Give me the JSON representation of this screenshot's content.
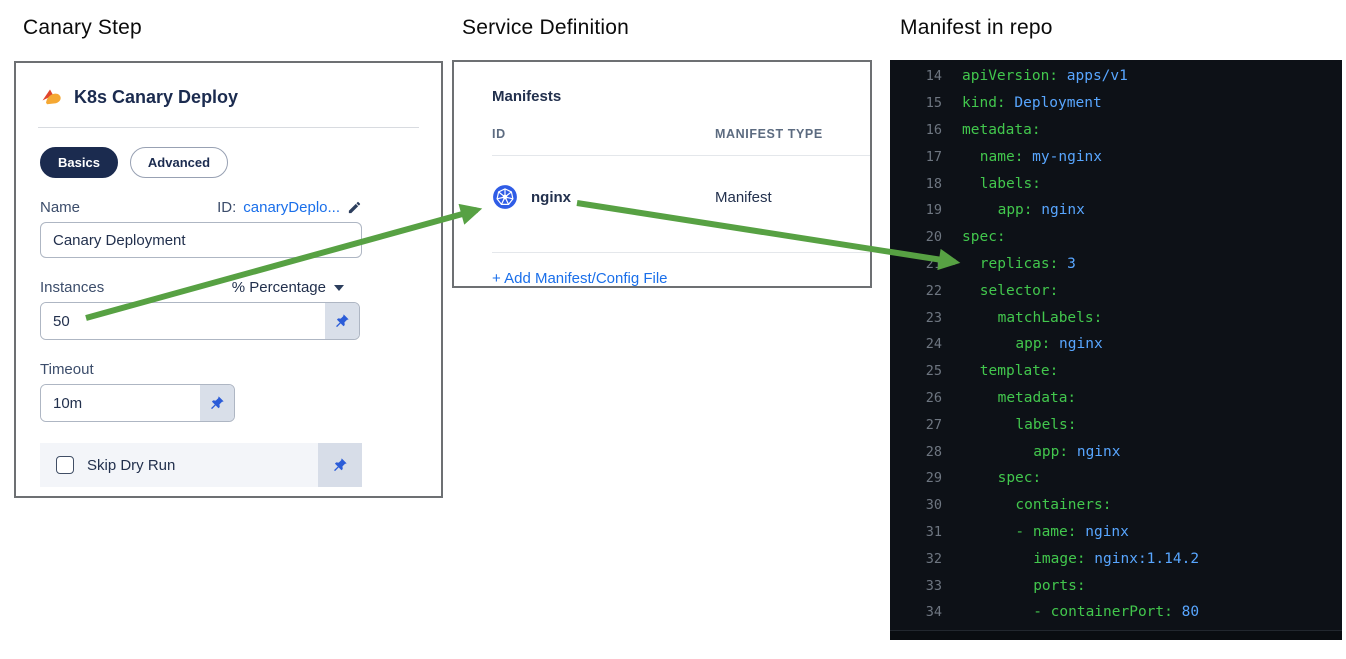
{
  "titles": {
    "canary_step": "Canary Step",
    "service_definition": "Service Definition",
    "manifest_in_repo": "Manifest in repo"
  },
  "canary_panel": {
    "heading": "K8s Canary Deploy",
    "tabs": [
      {
        "label": "Basics",
        "active": true
      },
      {
        "label": "Advanced",
        "active": false
      }
    ],
    "name_label": "Name",
    "id_prefix": "ID:",
    "id_value": "canaryDeplo...",
    "name_value": "Canary Deployment",
    "instances_label": "Instances",
    "instances_unit": "% Percentage",
    "instances_value": "50",
    "timeout_label": "Timeout",
    "timeout_value": "10m",
    "skip_dry_run_label": "Skip Dry Run",
    "skip_dry_run_checked": false
  },
  "service_panel": {
    "heading": "Manifests",
    "columns": {
      "id": "ID",
      "type": "MANIFEST TYPE"
    },
    "rows": [
      {
        "id": "nginx",
        "type": "Manifest",
        "icon": "kubernetes-icon"
      }
    ],
    "add_link": "+ Add Manifest/Config File"
  },
  "code_panel": {
    "language": "yaml",
    "lines": [
      {
        "n": 14,
        "indent": 0,
        "parts": [
          [
            "k",
            "apiVersion:"
          ],
          [
            "v",
            " apps/v1"
          ]
        ]
      },
      {
        "n": 15,
        "indent": 0,
        "parts": [
          [
            "k",
            "kind:"
          ],
          [
            "v",
            " Deployment"
          ]
        ]
      },
      {
        "n": 16,
        "indent": 0,
        "parts": [
          [
            "k",
            "metadata:"
          ]
        ]
      },
      {
        "n": 17,
        "indent": 2,
        "parts": [
          [
            "k",
            "name:"
          ],
          [
            "v",
            " my-nginx"
          ]
        ]
      },
      {
        "n": 18,
        "indent": 2,
        "parts": [
          [
            "k",
            "labels:"
          ]
        ]
      },
      {
        "n": 19,
        "indent": 4,
        "parts": [
          [
            "k",
            "app:"
          ],
          [
            "v",
            " nginx"
          ]
        ]
      },
      {
        "n": 20,
        "indent": 0,
        "parts": [
          [
            "k",
            "spec:"
          ]
        ]
      },
      {
        "n": 21,
        "indent": 2,
        "parts": [
          [
            "k",
            "replicas:"
          ],
          [
            "v",
            " 3"
          ]
        ]
      },
      {
        "n": 22,
        "indent": 2,
        "parts": [
          [
            "k",
            "selector:"
          ]
        ]
      },
      {
        "n": 23,
        "indent": 4,
        "parts": [
          [
            "k",
            "matchLabels:"
          ]
        ]
      },
      {
        "n": 24,
        "indent": 6,
        "parts": [
          [
            "k",
            "app:"
          ],
          [
            "v",
            " nginx"
          ]
        ]
      },
      {
        "n": 25,
        "indent": 2,
        "parts": [
          [
            "k",
            "template:"
          ]
        ]
      },
      {
        "n": 26,
        "indent": 4,
        "parts": [
          [
            "k",
            "metadata:"
          ]
        ]
      },
      {
        "n": 27,
        "indent": 6,
        "parts": [
          [
            "k",
            "labels:"
          ]
        ]
      },
      {
        "n": 28,
        "indent": 8,
        "parts": [
          [
            "k",
            "app:"
          ],
          [
            "v",
            " nginx"
          ]
        ]
      },
      {
        "n": 29,
        "indent": 4,
        "parts": [
          [
            "k",
            "spec:"
          ]
        ]
      },
      {
        "n": 30,
        "indent": 6,
        "parts": [
          [
            "k",
            "containers:"
          ]
        ]
      },
      {
        "n": 31,
        "indent": 6,
        "parts": [
          [
            "k",
            "- name:"
          ],
          [
            "v",
            " nginx"
          ]
        ]
      },
      {
        "n": 32,
        "indent": 8,
        "parts": [
          [
            "k",
            "image:"
          ],
          [
            "v",
            " nginx:1.14.2"
          ]
        ]
      },
      {
        "n": 33,
        "indent": 8,
        "parts": [
          [
            "k",
            "ports:"
          ]
        ]
      },
      {
        "n": 34,
        "indent": 8,
        "parts": [
          [
            "k",
            "- containerPort:"
          ],
          [
            "v",
            " 80"
          ]
        ]
      }
    ]
  },
  "colors": {
    "accent_blue": "#1a6fea",
    "pin_blue": "#2b5cd8",
    "pill_navy": "#1b2b4f",
    "arrow_green": "#57a143",
    "code_background": "#0d1117",
    "code_key_green": "#42c74d",
    "code_value_blue": "#58a6ff",
    "code_line_number_gray": "#6e7681",
    "kubernetes_blue": "#2f5ce6"
  }
}
